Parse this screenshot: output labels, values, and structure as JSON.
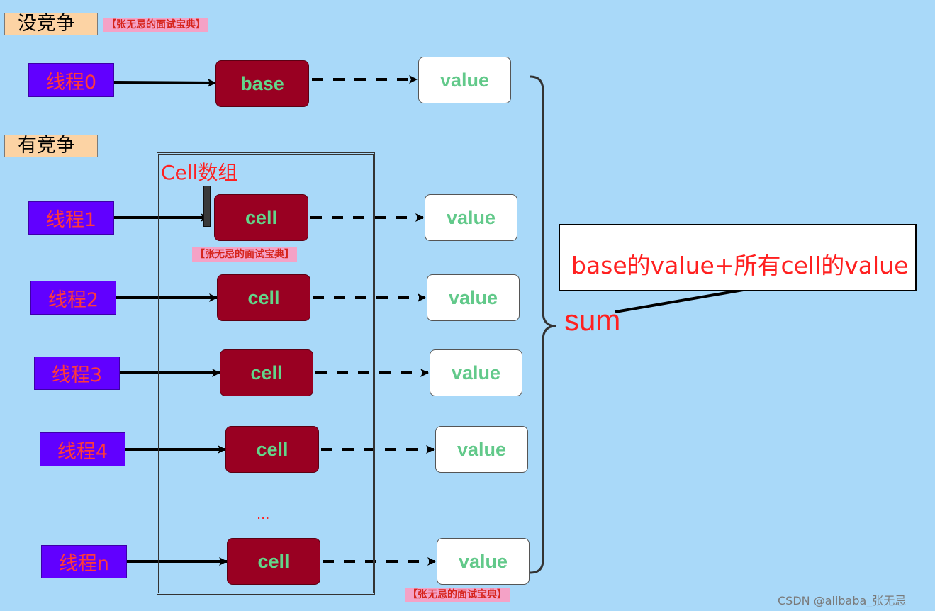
{
  "sections": {
    "no_contention": "没竞争",
    "contention": "有竞争"
  },
  "watermark": "【张无忌的面试宝典】",
  "base_row": {
    "thread": "线程0",
    "box": "base",
    "value": "value"
  },
  "cell_array": {
    "title": "Cell数组",
    "rows": [
      {
        "thread": "线程1",
        "cell": "cell",
        "value": "value"
      },
      {
        "thread": "线程2",
        "cell": "cell",
        "value": "value"
      },
      {
        "thread": "线程3",
        "cell": "cell",
        "value": "value"
      },
      {
        "thread": "线程4",
        "cell": "cell",
        "value": "value"
      },
      {
        "thread": "线程n",
        "cell": "cell",
        "value": "value"
      }
    ],
    "ellipsis": "..."
  },
  "sum": {
    "label": "sum",
    "formula": "base的value+所有cell的value"
  },
  "credit": "CSDN @alibaba_张无忌",
  "colors": {
    "background": "#a9d9f9",
    "thread_fill": "#6100ff",
    "cell_fill": "#990022",
    "box_text": "#62d68a",
    "accent_red": "#ff2020",
    "section_label_fill": "#fcd3a4",
    "watermark_fill": "#f4a2c6"
  }
}
